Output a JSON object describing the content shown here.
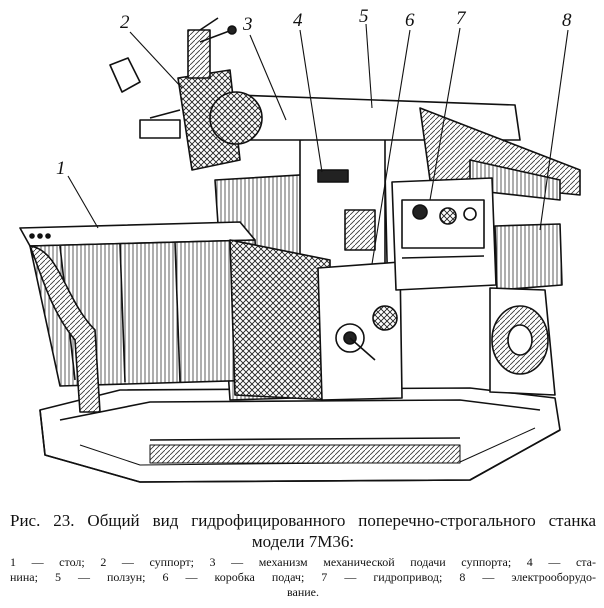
{
  "figure": {
    "callouts": [
      "1",
      "2",
      "3",
      "4",
      "5",
      "6",
      "7",
      "8"
    ]
  },
  "caption": {
    "title": "Рис. 23. Общий вид гидрофицированного поперечно-строгального станка модели 7М36:",
    "legend_lead": "1 — стол; 2 — суппорт; 3 — механизм механической подачи суппорта; 4 — ста-",
    "legend_mid": "нина; 5 — ползун; 6 — коробка подач; 7 — гидропривод; 8 — электрооборудо-",
    "legend_tail": "вание."
  }
}
